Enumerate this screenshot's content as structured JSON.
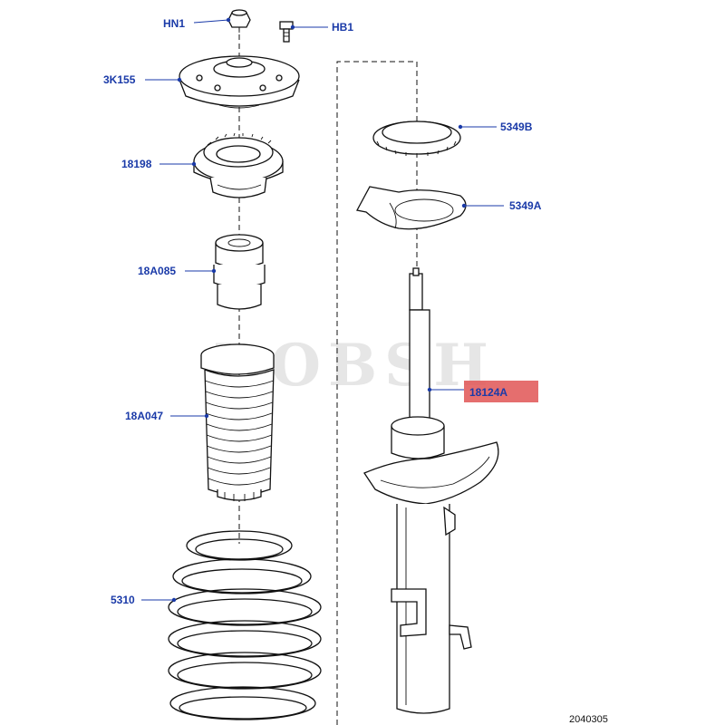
{
  "callouts": {
    "hn1": "HN1",
    "hb1": "HB1",
    "k3155": "3K155",
    "p18198": "18198",
    "p18a085": "18A085",
    "p18a047": "18A047",
    "p5310": "5310",
    "p5349b": "5349B",
    "p5349a": "5349A",
    "p18124a": "18124A"
  },
  "highlight_color": "#e05555",
  "label_color": "#1a3aa8",
  "reference_number": "2040305",
  "watermark": "BOBSH"
}
